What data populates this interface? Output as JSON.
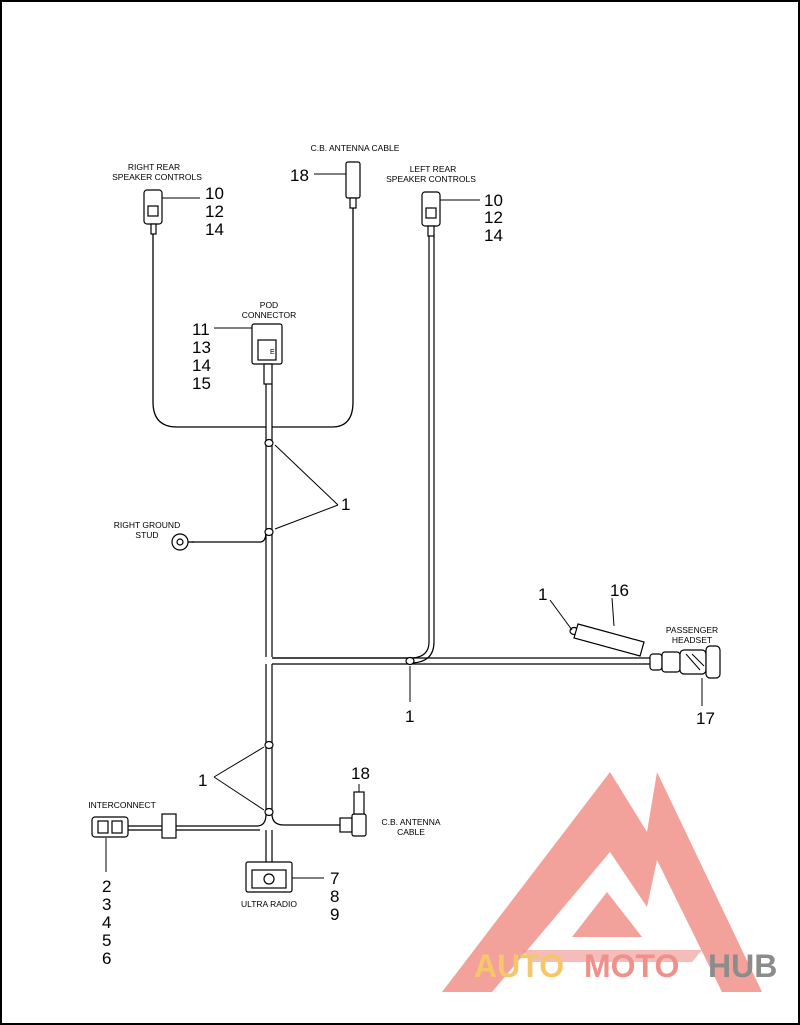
{
  "labels": {
    "right_rear_line1": "RIGHT REAR",
    "right_rear_line2": "SPEAKER CONTROLS",
    "cb_antenna_top": "C.B. ANTENNA CABLE",
    "left_rear_line1": "LEFT REAR",
    "left_rear_line2": "SPEAKER CONTROLS",
    "pod_line1": "POD",
    "pod_line2": "CONNECTOR",
    "right_ground_line1": "RIGHT GROUND",
    "right_ground_line2": "STUD",
    "passenger_line1": "PASSENGER",
    "passenger_line2": "HEADSET",
    "interconnect": "INTERCONNECT",
    "cb_antenna_bottom_line1": "C.B. ANTENNA",
    "cb_antenna_bottom_line2": "CABLE",
    "ultra_radio": "ULTRA RADIO",
    "pod_inner": "E"
  },
  "callouts": {
    "rr": [
      "10",
      "12",
      "14"
    ],
    "cb_top": "18",
    "lr": [
      "10",
      "12",
      "14"
    ],
    "pod": [
      "11",
      "13",
      "14",
      "15"
    ],
    "clip_upper": "1",
    "clip_pass": "1",
    "clip_horizontal": "1",
    "passenger_16": "16",
    "passenger_17": "17",
    "clip_lower": "1",
    "cb_bottom": "18",
    "interconnect": [
      "2",
      "3",
      "4",
      "5",
      "6"
    ],
    "radio": [
      "7",
      "8",
      "9"
    ]
  },
  "watermark": {
    "part1": "AUTO",
    "part2": "MOTO",
    "part3": "HUB",
    "colors": {
      "triangle": "#f0908a",
      "auto": "#f5c76a",
      "moto": "#f0908a",
      "hub": "#8c8c8c"
    }
  }
}
